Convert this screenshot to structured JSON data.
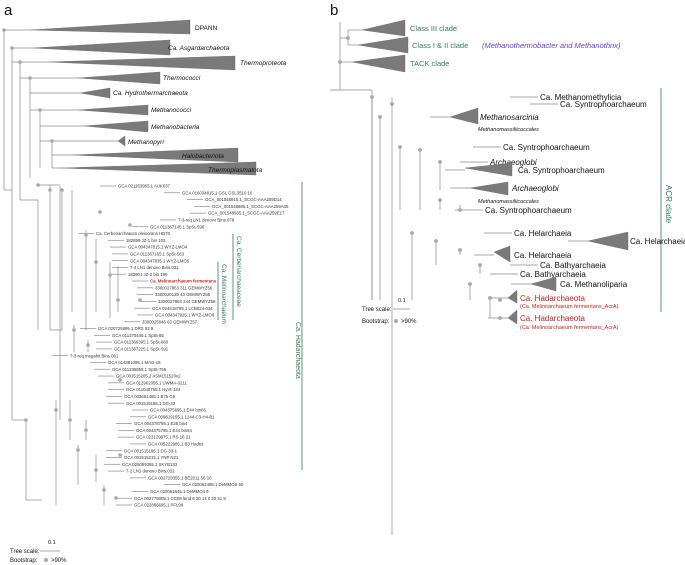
{
  "panel_a": {
    "letter": "a",
    "collapsed": [
      "DPANN",
      "Ca. Asgardarchaeota",
      "Thermoproteota",
      "Thermococci",
      "Ca. Hydrothermarchaeota",
      "Methanococci",
      "Methanobacteria",
      "Methanopyri",
      "Halobacteriota",
      "Thermoplasmatota"
    ],
    "leaves": [
      "GCA 021163965.1 AUK037",
      "GCA 016034815.1 GSL GSL3510 10",
      "GCA_001548915.1_SCGC-AAA259D14",
      "GCA_001548885.1_SCGC-AAA259A05",
      "GCA_001548935.1_SCGC-AAA259E17",
      "7-3-req LN1 denovo Bins.078",
      "GCA 011367145.1 SpSt-598",
      "Ca. Cerberiarchaeum oleivorans HD70",
      "182899 JZ-1 bin 103",
      "GCA 004347815.1 WYZ-LMO4",
      "GCA 011367165.1 SpSt-563",
      "GCA 004347835.1 WYZ-LMO5",
      "7-4 LN1 denovo Bins.031",
      "182901 JZ-2 bin 199",
      "Ca. Melinoarchaeum fermentans",
      "3300027863 311 GEMWYZ56",
      "3300020139 43 GEMWYZ55",
      "3300027863 244 GEMWYZ58",
      "GCA 024518795.1 LCB024-034",
      "GCA 004347925.1 WYZ-LMO6",
      "3300025046 63 GEMWYZ57",
      "GCA 020725895.1 DRS 53 9",
      "GCA 011370445.1 SpSt-85",
      "GCA 011366395.1 SpSt-660",
      "GCA 011367225.1 SpSt-591",
      "7-3-req megahit Bins.061",
      "GCA 014381095.1 MAG-18",
      "GCA 011335855.1 SpSt-756",
      "GCA 001515205.2 ASM151520v2",
      "GCA 012962055.1 UWMA-0211",
      "GCA 011040755.1 HyVt-144",
      "GCA 003661465.1 B75 G9",
      "GCA 001515185.1 DG-33",
      "GCA 004375695.1 E44 bin66",
      "GCA 009819155.1 1244-C3-H4-B1",
      "GCA 004378755.1 E26 bin4",
      "GCA 004375795.1 E44 bin54",
      "GCA 023129675.1 RS 16 21",
      "GCA 005222985.1 B3 Hades",
      "GCA 001515195.1 DG-33-1",
      "GCA 001515215.1 YNP N21",
      "GCA 025059365.1 SKYB133",
      "7-2 LN1 denovo Bins.032",
      "GCA 002729355.1 BE2011 56 16",
      "GCA 020062485.1 DeMMOS 50",
      "GCA 020061645.1 DeMMO4 9",
      "GCA 002779005.1 CG08 land 8 20 14 0 20 51 8",
      "GCA 022866695.1 PFL99"
    ],
    "clades": [
      "Ca. Cerberiarchaeaceae",
      "Ca. Melinoarchaeum",
      "Ca. Hadarchaeota"
    ],
    "scale_title": "Tree scale:",
    "scale_value": "0.1",
    "bootstrap_label": "Bootstrap:",
    "bootstrap_value": ">90%"
  },
  "panel_b": {
    "letter": "b",
    "top_clades": [
      {
        "label": "Class III clade",
        "note": ""
      },
      {
        "label": "Class I & II clade",
        "note": "(Methanothermobacter and Methanothrix)"
      },
      {
        "label": "TACK clade",
        "note": ""
      }
    ],
    "leaves": [
      "Ca. Methanomethylicia",
      "Ca. Syntrophoarchaeum",
      "Methanosarcinia",
      "Methanomassiliicoccales",
      "Ca. Syntrophoarchaeum",
      "Archaeoglobi",
      "Ca. Syntrophoarchaeum",
      "Archaeoglobi",
      "Methanomassiliicoccales",
      "Ca. Syntrophoarchaeum",
      "Ca. Helarchaeia",
      "Ca. Helarchaeia",
      "Ca. Helarchaeia",
      "Ca. Bathyarchaeia",
      "Ca. Bathyarchaeia",
      "Ca. Methanoliparia",
      "Ca. Hadarchaeota",
      "(Ca. Melinoarchaeum fermentans_AcrA)",
      "Ca. Hadarchaeota",
      "(Ca. Melinoarchaeum fermentans_AcrA)"
    ],
    "acr_clade": "ACR clade",
    "scale_title": "Tree scale:",
    "scale_value": "0.1",
    "bootstrap_label": "Bootstrap:",
    "bootstrap_value": ">90%"
  },
  "colors": {
    "clade_green": "#2e7d5b",
    "highlight_red": "#d0201d",
    "purple": "#6b3fd6",
    "branch_gray": "#8a8a8a",
    "triangle_gray": "#7a7a7a"
  }
}
